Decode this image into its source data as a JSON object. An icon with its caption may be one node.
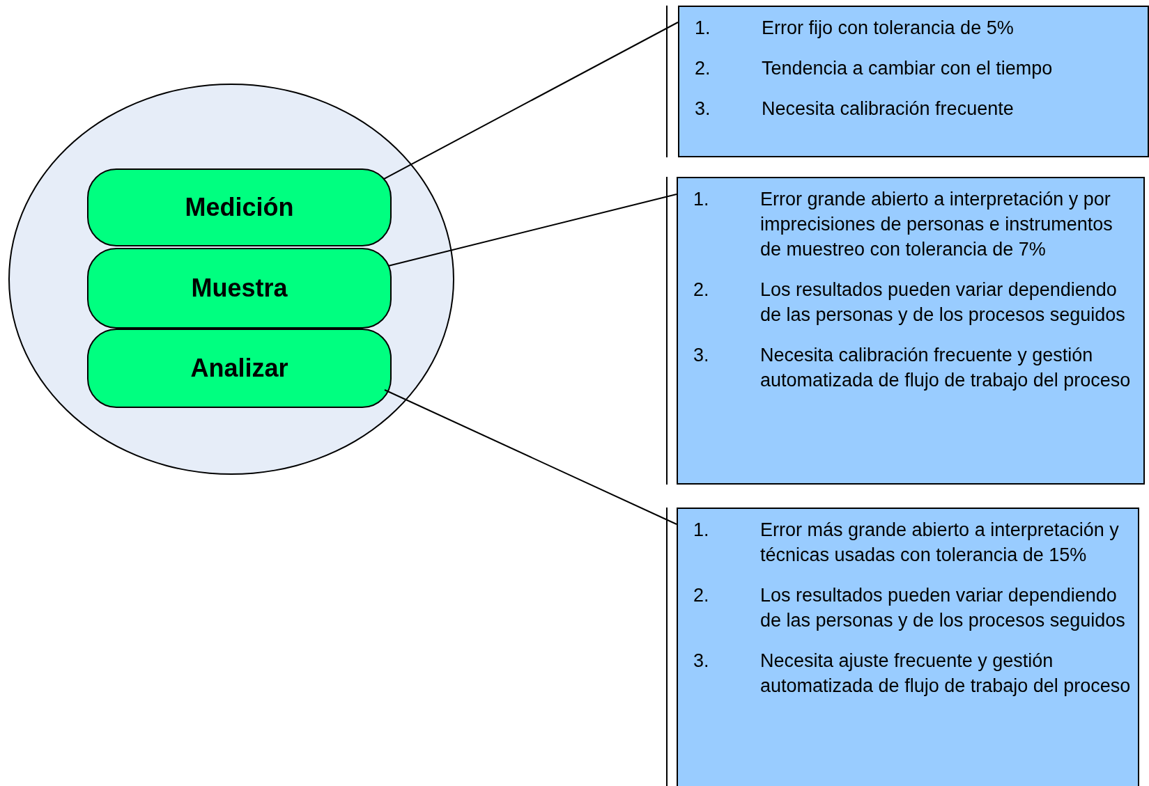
{
  "diagram": {
    "nodes": [
      {
        "text": [],
        "shape": "ellipse"
      },
      {
        "text": [
          "Medición"
        ],
        "in": 0
      },
      {
        "text": [
          "Muestra"
        ],
        "in": 0
      },
      {
        "text": [
          "Analizar"
        ],
        "in": 0
      },
      {
        "text": [
          "1.",
          "Error fijo con tolerancia de 5%",
          "2.",
          "Tendencia a cambiar con el tiempo",
          "3.",
          "Necesita calibración frecuente"
        ]
      },
      {
        "text": [
          "1.",
          "Error grande abierto a interpretación y por imprecisiones de personas e instrumentos de muestreo con tolerancia de 7%",
          "2.",
          "Los resultados pueden variar dependiendo de las personas y de los procesos seguidos",
          "3.",
          "Necesita calibración frecuente y gestión automatizada de flujo de trabajo del proceso"
        ]
      },
      {
        "text": [
          "1.",
          "Error más grande abierto a interpretación y técnicas usadas con tolerancia de 15%",
          "2.",
          "Los resultados pueden variar dependiendo de las personas y de los procesos seguidos",
          "3.",
          "Necesita ajuste frecuente y gestión automatizada de flujo de trabajo del proceso"
        ]
      }
    ],
    "edges": [
      {
        "from": 1,
        "to": 4,
        "arrow": "none"
      },
      {
        "from": 2,
        "to": 5,
        "arrow": "none"
      },
      {
        "from": 3,
        "to": 6,
        "arrow": "none"
      }
    ]
  }
}
